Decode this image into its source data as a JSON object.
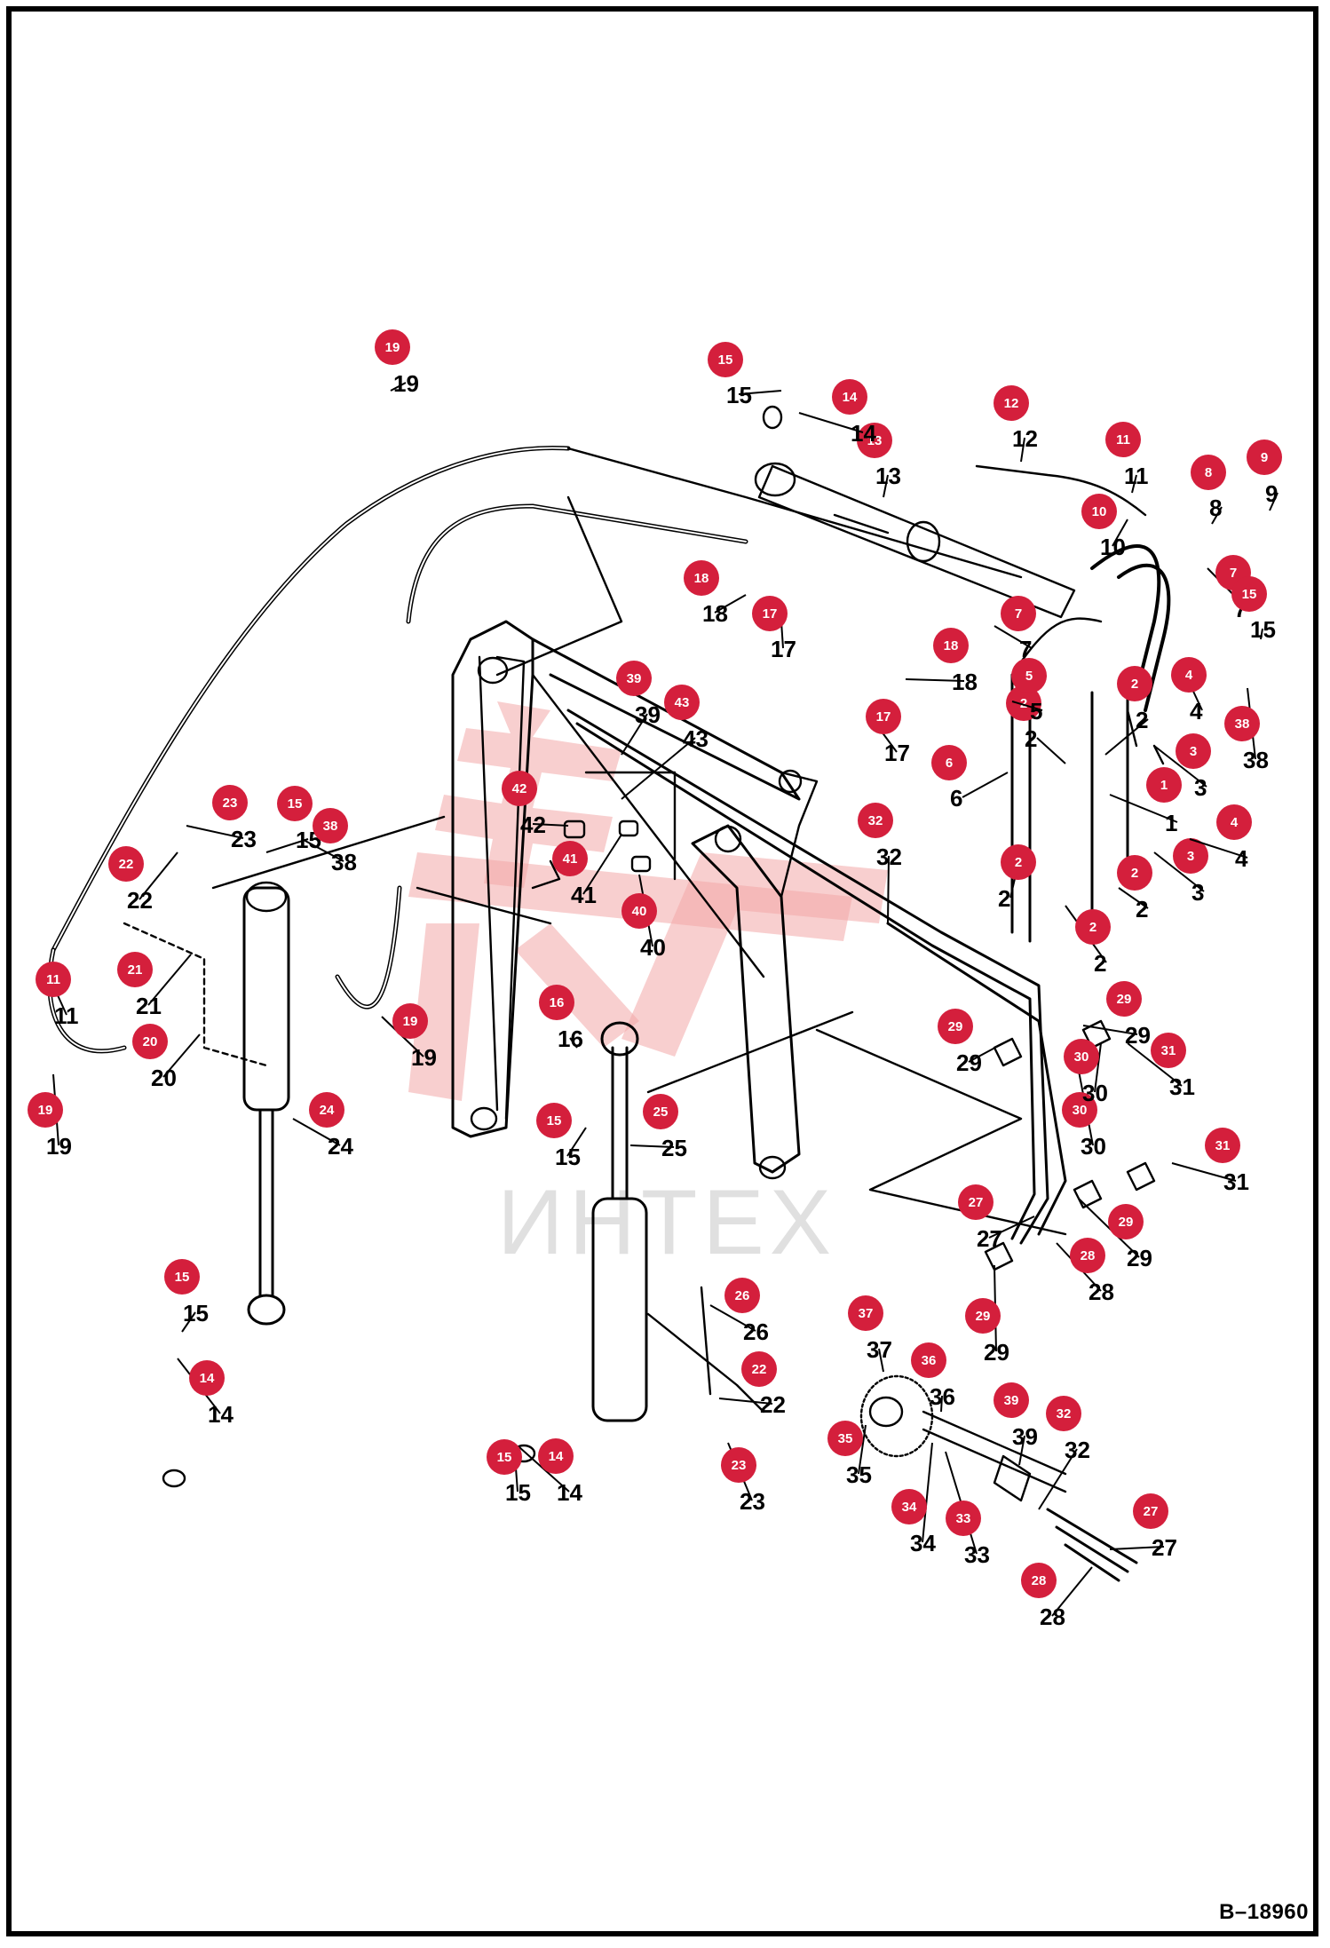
{
  "document_number": "B–18960",
  "watermark": {
    "text": "ИНТЕХ",
    "logo_color": "#f2a8a8"
  },
  "colors": {
    "callout_fill": "#d41f3c",
    "callout_text": "#ffffff",
    "line": "#000000"
  },
  "callouts": [
    {
      "n": "1"
    },
    {
      "n": "2"
    },
    {
      "n": "2"
    },
    {
      "n": "2"
    },
    {
      "n": "2"
    },
    {
      "n": "2"
    },
    {
      "n": "3"
    },
    {
      "n": "3"
    },
    {
      "n": "4"
    },
    {
      "n": "4"
    },
    {
      "n": "5"
    },
    {
      "n": "6"
    },
    {
      "n": "7"
    },
    {
      "n": "7"
    },
    {
      "n": "8"
    },
    {
      "n": "9"
    },
    {
      "n": "10"
    },
    {
      "n": "11"
    },
    {
      "n": "11"
    },
    {
      "n": "12"
    },
    {
      "n": "13"
    },
    {
      "n": "14"
    },
    {
      "n": "14"
    },
    {
      "n": "14"
    },
    {
      "n": "15"
    },
    {
      "n": "15"
    },
    {
      "n": "15"
    },
    {
      "n": "15"
    },
    {
      "n": "15"
    },
    {
      "n": "15"
    },
    {
      "n": "16"
    },
    {
      "n": "17"
    },
    {
      "n": "17"
    },
    {
      "n": "18"
    },
    {
      "n": "18"
    },
    {
      "n": "19"
    },
    {
      "n": "19"
    },
    {
      "n": "19"
    },
    {
      "n": "20"
    },
    {
      "n": "21"
    },
    {
      "n": "22"
    },
    {
      "n": "22"
    },
    {
      "n": "23"
    },
    {
      "n": "23"
    },
    {
      "n": "24"
    },
    {
      "n": "25"
    },
    {
      "n": "26"
    },
    {
      "n": "27"
    },
    {
      "n": "27"
    },
    {
      "n": "28"
    },
    {
      "n": "28"
    },
    {
      "n": "29"
    },
    {
      "n": "29"
    },
    {
      "n": "29"
    },
    {
      "n": "29"
    },
    {
      "n": "30"
    },
    {
      "n": "30"
    },
    {
      "n": "31"
    },
    {
      "n": "31"
    },
    {
      "n": "32"
    },
    {
      "n": "32"
    },
    {
      "n": "33"
    },
    {
      "n": "34"
    },
    {
      "n": "35"
    },
    {
      "n": "36"
    },
    {
      "n": "37"
    },
    {
      "n": "38"
    },
    {
      "n": "38"
    },
    {
      "n": "39"
    },
    {
      "n": "39"
    },
    {
      "n": "40"
    },
    {
      "n": "41"
    },
    {
      "n": "42"
    },
    {
      "n": "43"
    }
  ]
}
